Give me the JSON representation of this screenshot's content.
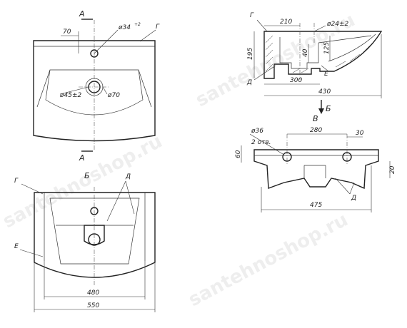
{
  "watermark": "santehnoshop.ru",
  "top_view": {
    "section_mark": "А",
    "dim_offset": "70",
    "dim_tap_hole": "ø34",
    "dim_tap_tol": "+2",
    "callout_g": "Г",
    "dim_drain": "ø45±2",
    "dim_drain_outer": "ø70"
  },
  "side_section": {
    "callout_g": "Г",
    "callout_d": "Д",
    "callout_e": "Е",
    "dim_210": "210",
    "dim_hole": "ø24±2",
    "dim_195": "195",
    "dim_40": "40",
    "dim_125": "125",
    "dim_300": "300",
    "dim_430": "430",
    "view_mark": "Б"
  },
  "rear_view": {
    "view_mark": "В",
    "dim_holes": "ø36",
    "dim_holes_count": "2 отв.",
    "dim_280": "280",
    "dim_30": "30",
    "dim_60": "60",
    "dim_20": "20",
    "dim_475": "475",
    "callout_d": "Д"
  },
  "bottom_view": {
    "view_mark": "Б",
    "callout_g": "Г",
    "callout_d": "Д",
    "callout_e": "Е",
    "dim_480": "480",
    "dim_550": "550"
  }
}
